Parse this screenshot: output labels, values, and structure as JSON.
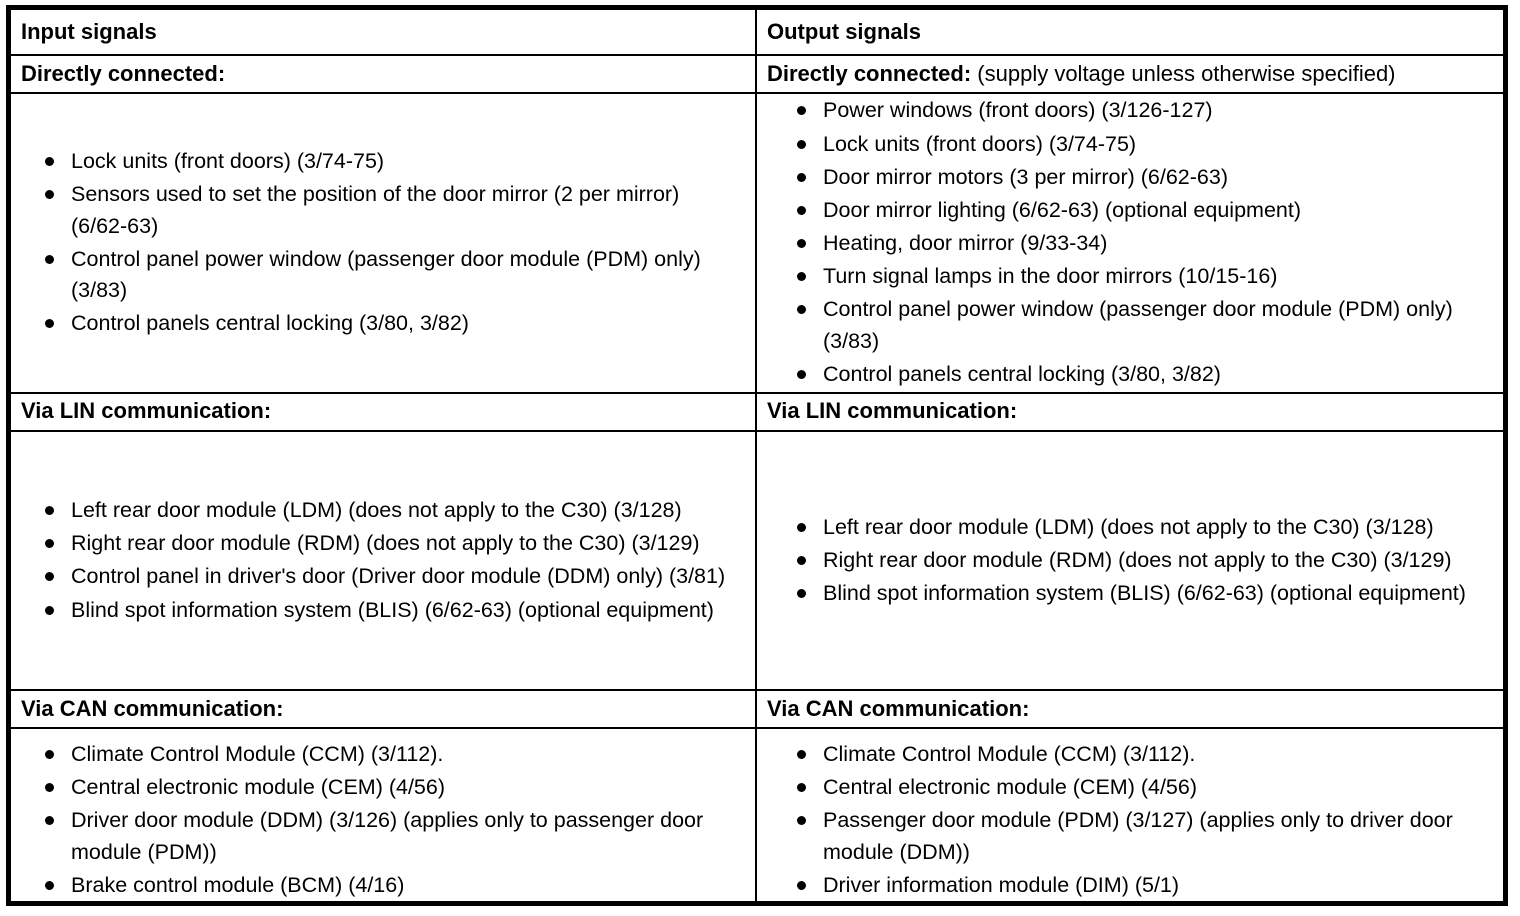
{
  "table": {
    "columns": [
      {
        "title": "Input signals"
      },
      {
        "title": "Output signals"
      }
    ],
    "sections": [
      {
        "id": "directly-connected",
        "left": {
          "heading": "Directly connected:",
          "heading_note": "",
          "items": [
            "Lock units (front doors) (3/74-75)",
            "Sensors used to set the position of the door mirror (2 per mirror) (6/62-63)",
            "Control panel power window (passenger door module (PDM) only) (3/83)",
            "Control panels central locking (3/80, 3/82)"
          ]
        },
        "right": {
          "heading": "Directly connected:",
          "heading_note": " (supply voltage unless otherwise specified)",
          "items": [
            "Power windows (front doors) (3/126-127)",
            "Lock units (front doors) (3/74-75)",
            "Door mirror motors (3 per mirror) (6/62-63)",
            "Door mirror lighting (6/62-63) (optional equipment)",
            "Heating, door mirror (9/33-34)",
            "Turn signal lamps in the door mirrors (10/15-16)",
            "Control panel power window (passenger door module (PDM) only) (3/83)",
            "Control panels central locking (3/80, 3/82)"
          ]
        }
      },
      {
        "id": "via-lin",
        "left": {
          "heading": "Via LIN communication:",
          "heading_note": "",
          "items": [
            "Left rear door module (LDM) (does not apply to the C30) (3/128)",
            "Right rear door module (RDM) (does not apply to the C30) (3/129)",
            "Control panel in driver's door (Driver door module (DDM) only) (3/81)",
            "Blind spot information system (BLIS) (6/62-63) (optional equipment)"
          ]
        },
        "right": {
          "heading": "Via LIN communication:",
          "heading_note": "",
          "items": [
            "Left rear door module (LDM) (does not apply to the C30) (3/128)",
            "Right rear door module (RDM) (does not apply to the C30) (3/129)",
            "Blind spot information system (BLIS) (6/62-63) (optional equipment)"
          ]
        }
      },
      {
        "id": "via-can",
        "left": {
          "heading": "Via CAN communication:",
          "heading_note": "",
          "items": [
            "Climate Control Module (CCM) (3/112).",
            "Central electronic module (CEM) (4/56)",
            "Driver door module (DDM) (3/126) (applies only to passenger door module (PDM))",
            "Brake control module (BCM) (4/16)"
          ]
        },
        "right": {
          "heading": "Via CAN communication:",
          "heading_note": "",
          "items": [
            "Climate Control Module (CCM) (3/112).",
            "Central electronic module (CEM) (4/56)",
            "Passenger door module (PDM) (3/127) (applies only to driver door module (DDM))",
            "Driver information module (DIM) (5/1)"
          ]
        }
      }
    ]
  }
}
